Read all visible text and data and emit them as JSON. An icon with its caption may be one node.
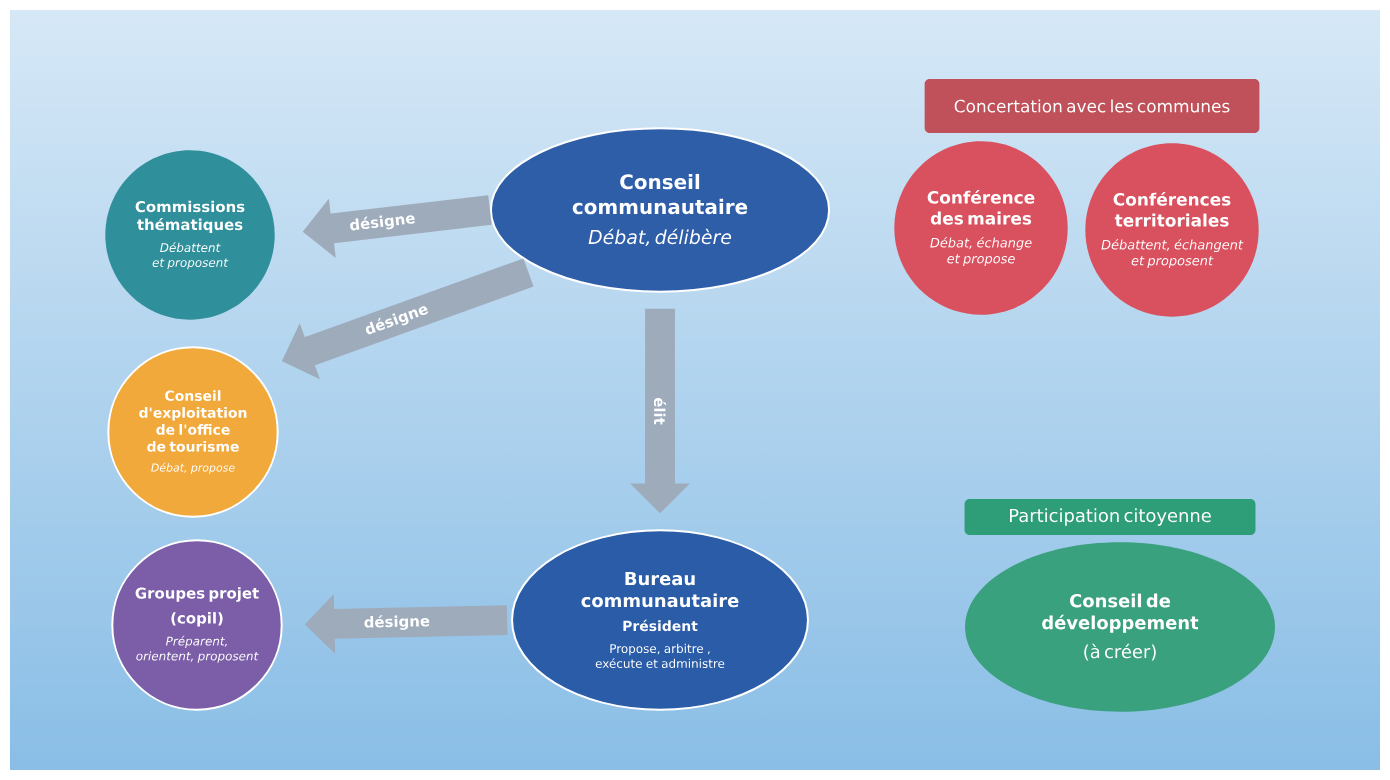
{
  "diagram": {
    "nodes": [
      {
        "text": [
          "Conseil communautaire",
          "Débat, délibère"
        ]
      },
      {
        "text": [
          "Commissions thématiques",
          "Débattent et proposent"
        ]
      },
      {
        "text": [
          "Conseil d'exploitation de l'office de tourisme",
          "Débat, propose"
        ]
      },
      {
        "text": [
          "Groupes projet",
          "(copil)",
          "Préparent, orientent, proposent"
        ]
      },
      {
        "text": [
          "Bureau communautaire",
          "Président",
          "Propose, arbitre , exécute et administre"
        ]
      },
      {
        "text": [
          "Concertation avec les communes"
        ]
      },
      {
        "text": [
          "Conférence des maires",
          "Débat, échange et propose"
        ]
      },
      {
        "text": [
          "Conférences territoriales",
          "Débattent, échangent et proposent"
        ]
      },
      {
        "text": [
          "Participation citoyenne"
        ]
      },
      {
        "text": [
          "Conseil de développement",
          "(à créer)"
        ]
      }
    ],
    "edges": [
      {
        "from": 0,
        "to": 1,
        "arrow": "to",
        "label": "désigne"
      },
      {
        "from": 0,
        "to": 2,
        "arrow": "to",
        "label": "désigne"
      },
      {
        "from": 0,
        "to": 4,
        "arrow": "to",
        "label": "élit"
      },
      {
        "from": 4,
        "to": 3,
        "arrow": "to",
        "label": "désigne"
      }
    ]
  }
}
